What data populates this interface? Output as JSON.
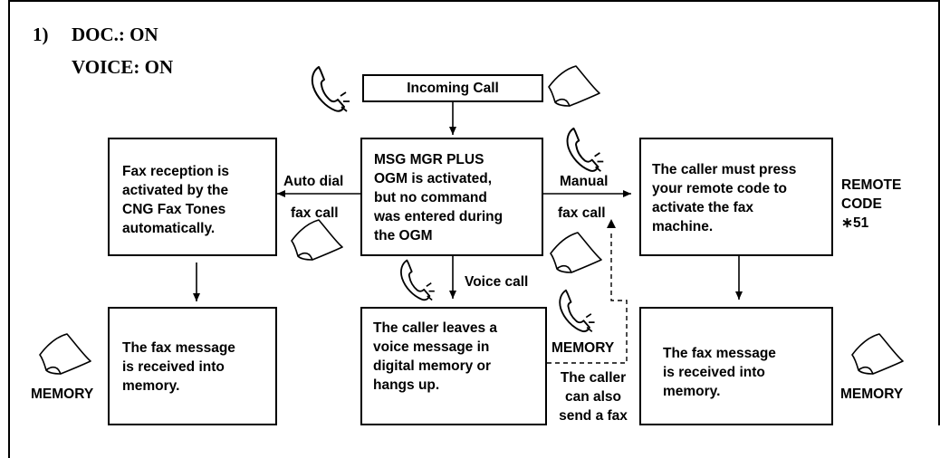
{
  "heading": {
    "number": "1)",
    "line1": "DOC.: ON",
    "line2": "VOICE: ON"
  },
  "boxes": {
    "incoming": [
      "Incoming Call"
    ],
    "msg_mgr": [
      "MSG MGR PLUS",
      "OGM is activated,",
      "but no command",
      "was entered during",
      "the OGM"
    ],
    "fax_reception": [
      "Fax reception is",
      "activated by the",
      "CNG Fax Tones",
      "automatically."
    ],
    "remote_code_box": [
      "The caller must press",
      "your remote code to",
      "activate the fax",
      "machine."
    ],
    "fax_memory_left": [
      "The fax message",
      "is received into",
      "memory."
    ],
    "voice_message": [
      "The caller leaves a",
      "voice message in",
      "digital memory or",
      "hangs up."
    ],
    "fax_memory_right": [
      "The fax message",
      "is received into",
      "memory."
    ]
  },
  "labels": {
    "auto_dial": "Auto dial",
    "fax_call_left": "fax call",
    "manual": "Manual",
    "fax_call_right": "fax call",
    "voice_call": "Voice call",
    "remote_code": [
      "REMOTE",
      "CODE",
      "∗51"
    ],
    "memory_left": "MEMORY",
    "memory_center": "MEMORY",
    "memory_right": "MEMORY",
    "caller_can_also": [
      "The caller",
      "can also",
      "send a fax"
    ]
  },
  "icons": [
    "telephone-handset-icon",
    "fax-paper-icon"
  ]
}
